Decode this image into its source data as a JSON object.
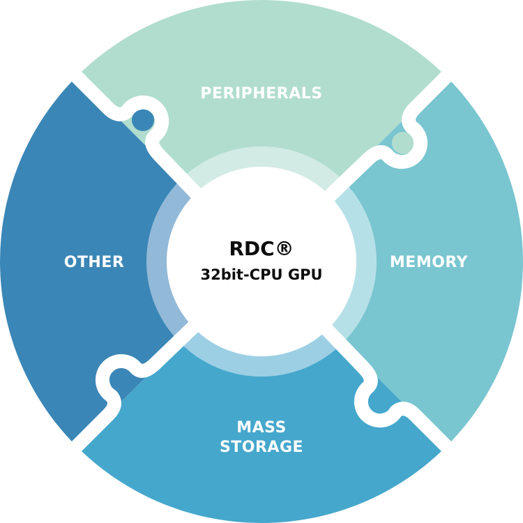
{
  "diagram": {
    "center": {
      "title": "RDC®",
      "subtitle": "32bit-CPU GPU"
    },
    "segments": [
      {
        "id": "peripherals",
        "label": "PERIPHERALS",
        "position": "top",
        "color": "#b1ddcf",
        "ring_color": "#d2ebe4"
      },
      {
        "id": "memory",
        "label": "MEMORY",
        "position": "right",
        "color": "#79c5d0",
        "ring_color": "#b6e0e7"
      },
      {
        "id": "mass_storage",
        "label_line1": "MASS",
        "label_line2": "STORAGE",
        "position": "bottom",
        "color": "#45a7cc",
        "ring_color": "#9dcfe4"
      },
      {
        "id": "other",
        "label": "OTHER",
        "position": "left",
        "color": "#3a86b6",
        "ring_color": "#93b9d8"
      }
    ],
    "gap_color": "#ffffff",
    "center_color": "#ffffff"
  }
}
